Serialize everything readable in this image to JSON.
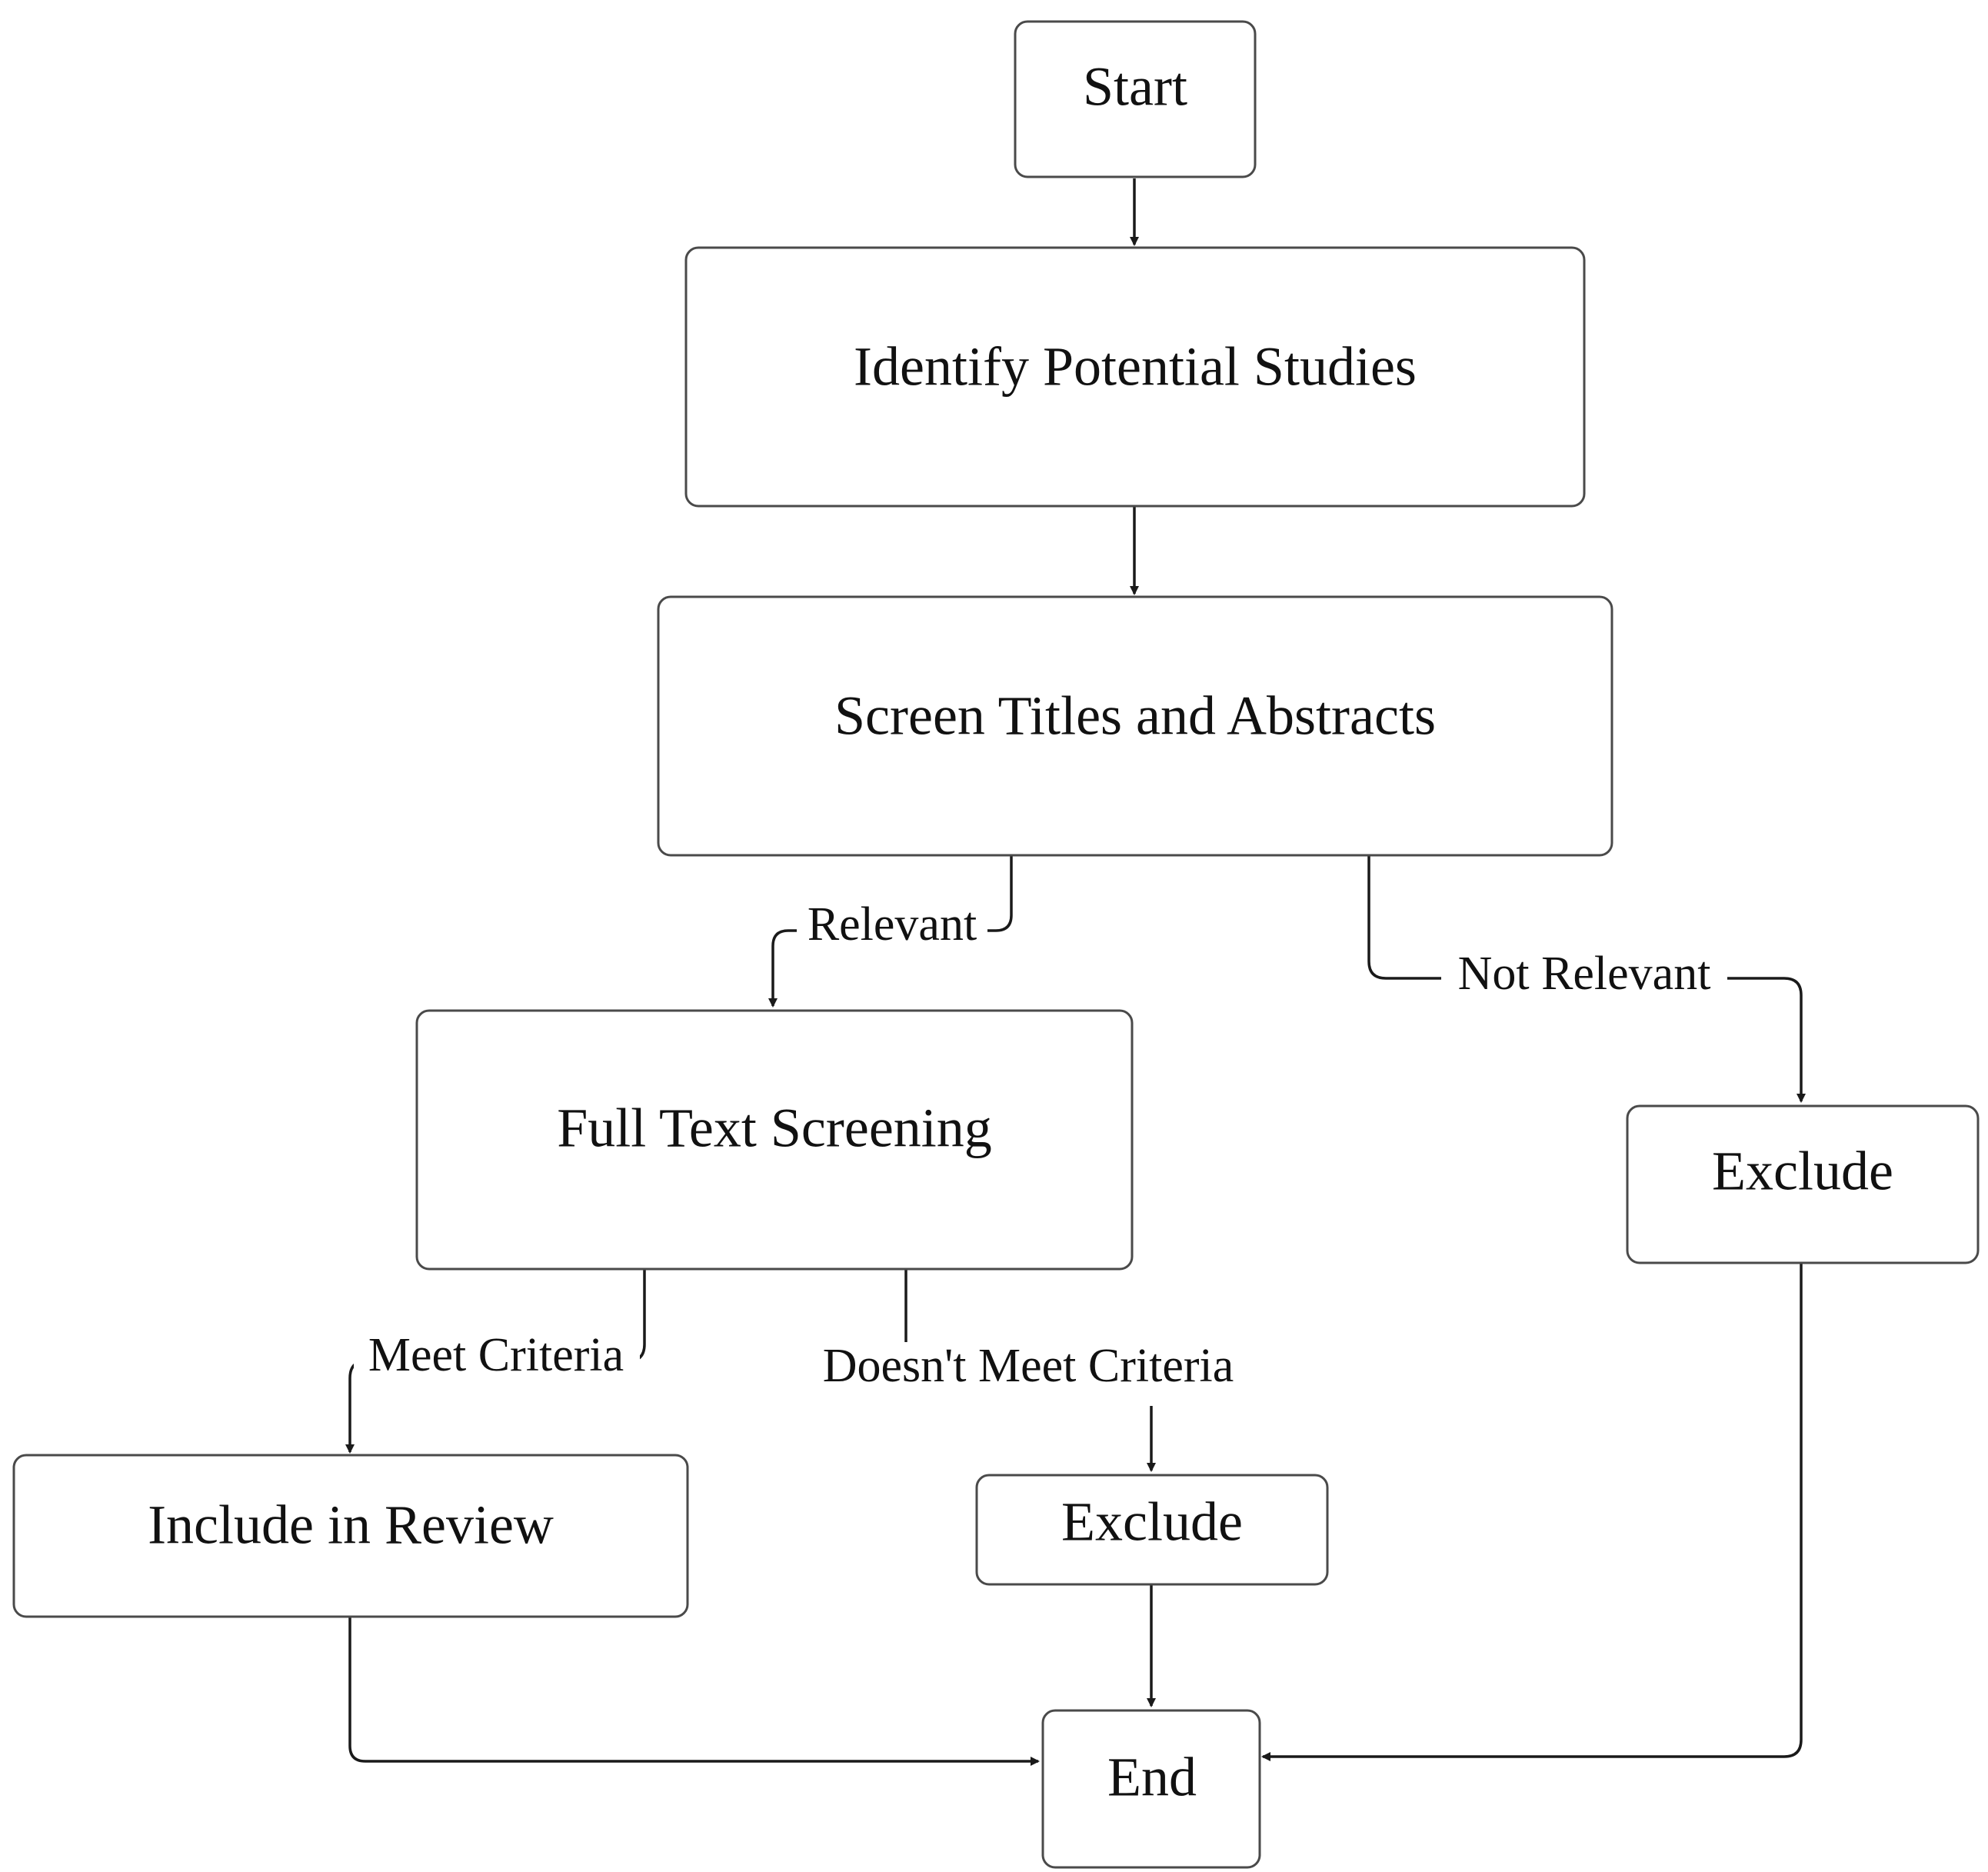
{
  "nodes": {
    "start": {
      "label": "Start"
    },
    "identify": {
      "label": "Identify Potential Studies"
    },
    "screen": {
      "label": "Screen Titles and Abstracts"
    },
    "full_text": {
      "label": "Full Text Screening"
    },
    "exclude_right": {
      "label": "Exclude"
    },
    "include": {
      "label": "Include in Review"
    },
    "exclude_mid": {
      "label": "Exclude"
    },
    "end": {
      "label": "End"
    }
  },
  "edges": {
    "relevant": {
      "label": "Relevant"
    },
    "not_relevant": {
      "label": "Not Relevant"
    },
    "meet_criteria": {
      "label": "Meet Criteria"
    },
    "doesnt_meet": {
      "label": "Doesn't Meet Criteria"
    }
  },
  "colors": {
    "line": "#1a1a1a",
    "box_border": "#4a4a4a",
    "text": "#111111",
    "background": "#ffffff"
  }
}
